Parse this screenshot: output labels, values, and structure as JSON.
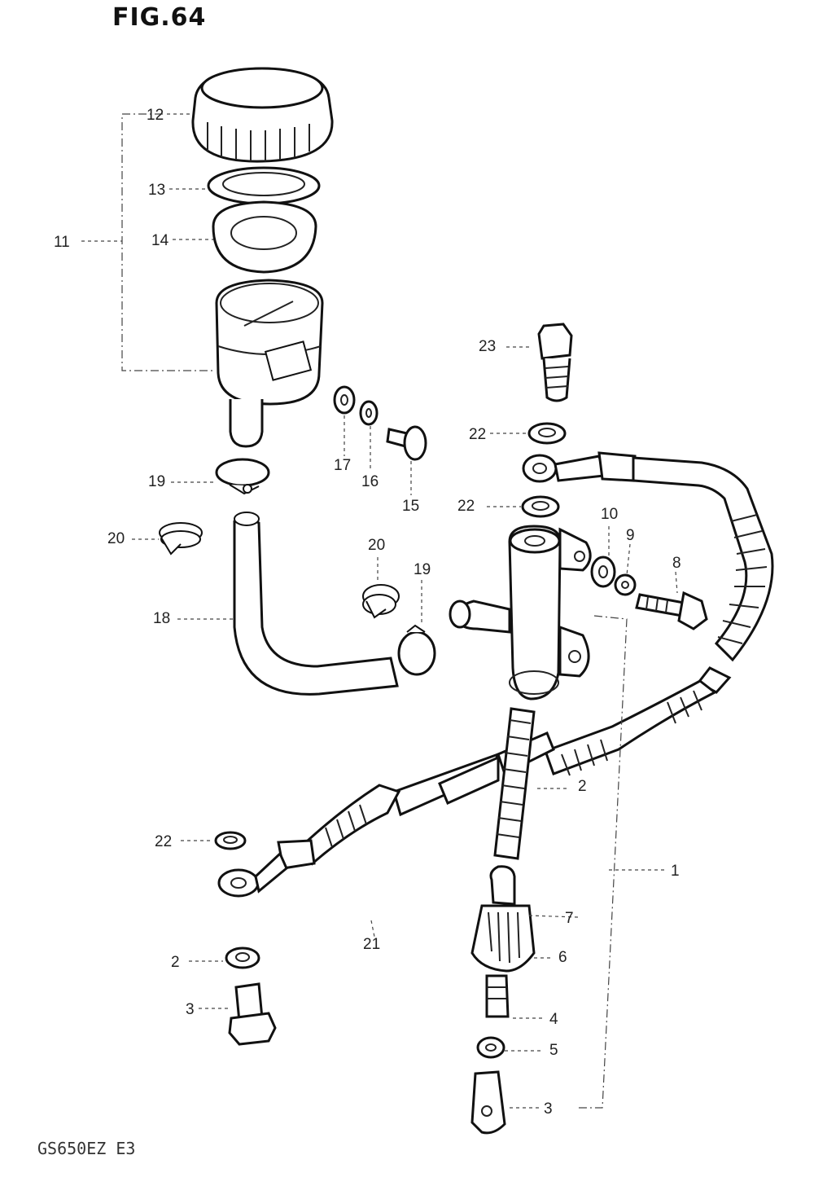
{
  "figure": {
    "title": "FIG.64",
    "model_code": "GS650EZ  E3"
  },
  "callouts": [
    {
      "id": "c1",
      "text": "1"
    },
    {
      "id": "c2a",
      "text": "2"
    },
    {
      "id": "c2b",
      "text": "2"
    },
    {
      "id": "c3a",
      "text": "3"
    },
    {
      "id": "c3b",
      "text": "3"
    },
    {
      "id": "c4",
      "text": "4"
    },
    {
      "id": "c5",
      "text": "5"
    },
    {
      "id": "c6",
      "text": "6"
    },
    {
      "id": "c7",
      "text": "7"
    },
    {
      "id": "c8",
      "text": "8"
    },
    {
      "id": "c9",
      "text": "9"
    },
    {
      "id": "c10",
      "text": "10"
    },
    {
      "id": "c11",
      "text": "11"
    },
    {
      "id": "c12",
      "text": "12"
    },
    {
      "id": "c13",
      "text": "13"
    },
    {
      "id": "c14",
      "text": "14"
    },
    {
      "id": "c15",
      "text": "15"
    },
    {
      "id": "c16",
      "text": "16"
    },
    {
      "id": "c17",
      "text": "17"
    },
    {
      "id": "c18",
      "text": "18"
    },
    {
      "id": "c19a",
      "text": "19"
    },
    {
      "id": "c19b",
      "text": "19"
    },
    {
      "id": "c20a",
      "text": "20"
    },
    {
      "id": "c20b",
      "text": "20"
    },
    {
      "id": "c21",
      "text": "21"
    },
    {
      "id": "c22a",
      "text": "22"
    },
    {
      "id": "c22b",
      "text": "22"
    },
    {
      "id": "c22c",
      "text": "22"
    },
    {
      "id": "c23a",
      "text": "23"
    }
  ]
}
